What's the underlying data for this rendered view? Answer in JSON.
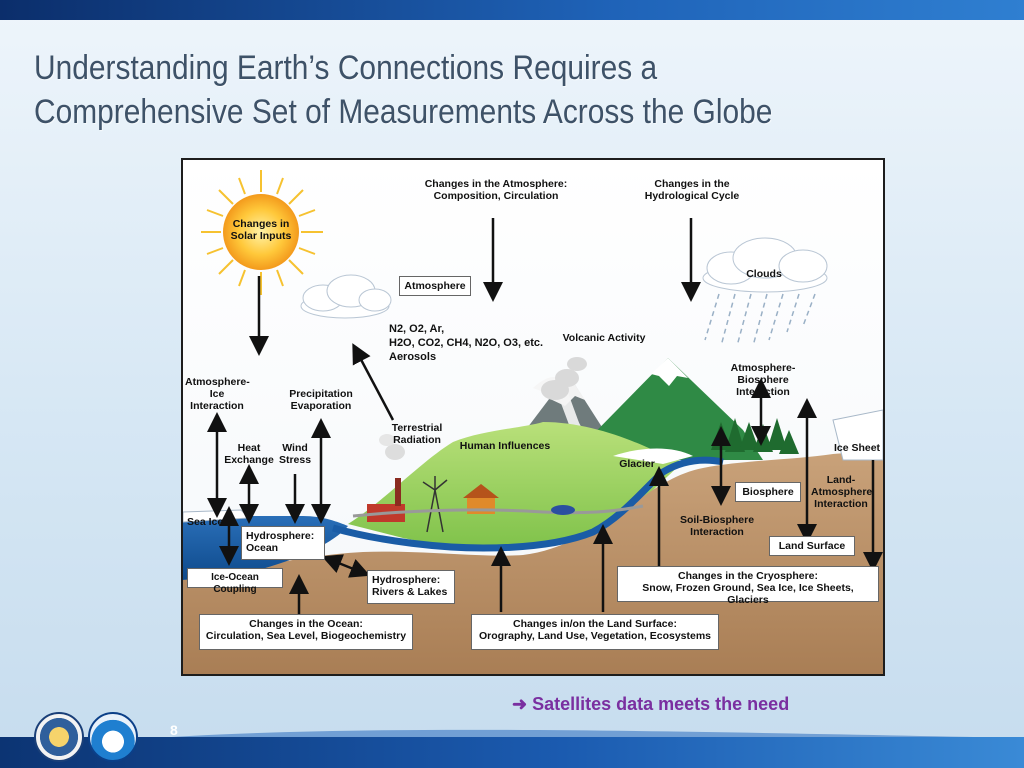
{
  "slide": {
    "title_line1": "Understanding Earth’s Connections Requires a",
    "title_line2": "Comprehensive Set of Measurements Across the Globe",
    "tagline": "Satellites data meets the need",
    "page_number": "8",
    "logos": [
      "Department of Commerce seal",
      "NOAA"
    ]
  },
  "diagram": {
    "sun_label_1": "Changes in",
    "sun_label_2": "Solar Inputs",
    "atmo_change_1": "Changes in the Atmosphere:",
    "atmo_change_2": "Composition, Circulation",
    "hydro_change_1": "Changes in the",
    "hydro_change_2": "Hydrological Cycle",
    "clouds": "Clouds",
    "atmosphere": "Atmosphere",
    "gases_1": "N2, O2, Ar,",
    "gases_2": "H2O, CO2, CH4, N2O, O3, etc.",
    "aerosols": "Aerosols",
    "volcanic": "Volcanic Activity",
    "atmo_bio_1": "Atmosphere-Biosphere",
    "atmo_bio_2": "Interaction",
    "atmo_ice_1": "Atmosphere-",
    "atmo_ice_2": "Ice",
    "atmo_ice_3": "Interaction",
    "precip_1": "Precipitation",
    "precip_2": "Evaporation",
    "terrestrial_1": "Terrestrial",
    "terrestrial_2": "Radiation",
    "human": "Human Influences",
    "heat_1": "Heat",
    "heat_2": "Exchange",
    "wind_1": "Wind",
    "wind_2": "Stress",
    "ice_sheet": "Ice Sheet",
    "glacier": "Glacier",
    "land_atmo_1": "Land-",
    "land_atmo_2": "Atmosphere",
    "land_atmo_3": "Interaction",
    "biosphere": "Biosphere",
    "sea_ice": "Sea Ice",
    "hydro_ocean_1": "Hydrosphere:",
    "hydro_ocean_2": "Ocean",
    "soil_bio_1": "Soil-Biosphere",
    "soil_bio_2": "Interaction",
    "land_surface": "Land Surface",
    "ice_ocean": "Ice-Ocean Coupling",
    "hydro_rivers_1": "Hydrosphere:",
    "hydro_rivers_2": "Rivers & Lakes",
    "cryo_1": "Changes in the Cryosphere:",
    "cryo_2": "Snow, Frozen Ground, Sea Ice, Ice Sheets, Glaciers",
    "ocean_change_1": "Changes in the Ocean:",
    "ocean_change_2": "Circulation, Sea Level, Biogeochemistry",
    "land_change_1": "Changes in/on the Land Surface:",
    "land_change_2": "Orography, Land Use, Vegetation, Ecosystems"
  },
  "colors": {
    "title": "#3e5268",
    "tagline": "#7a2fa0",
    "band": "#1b5bb0"
  }
}
